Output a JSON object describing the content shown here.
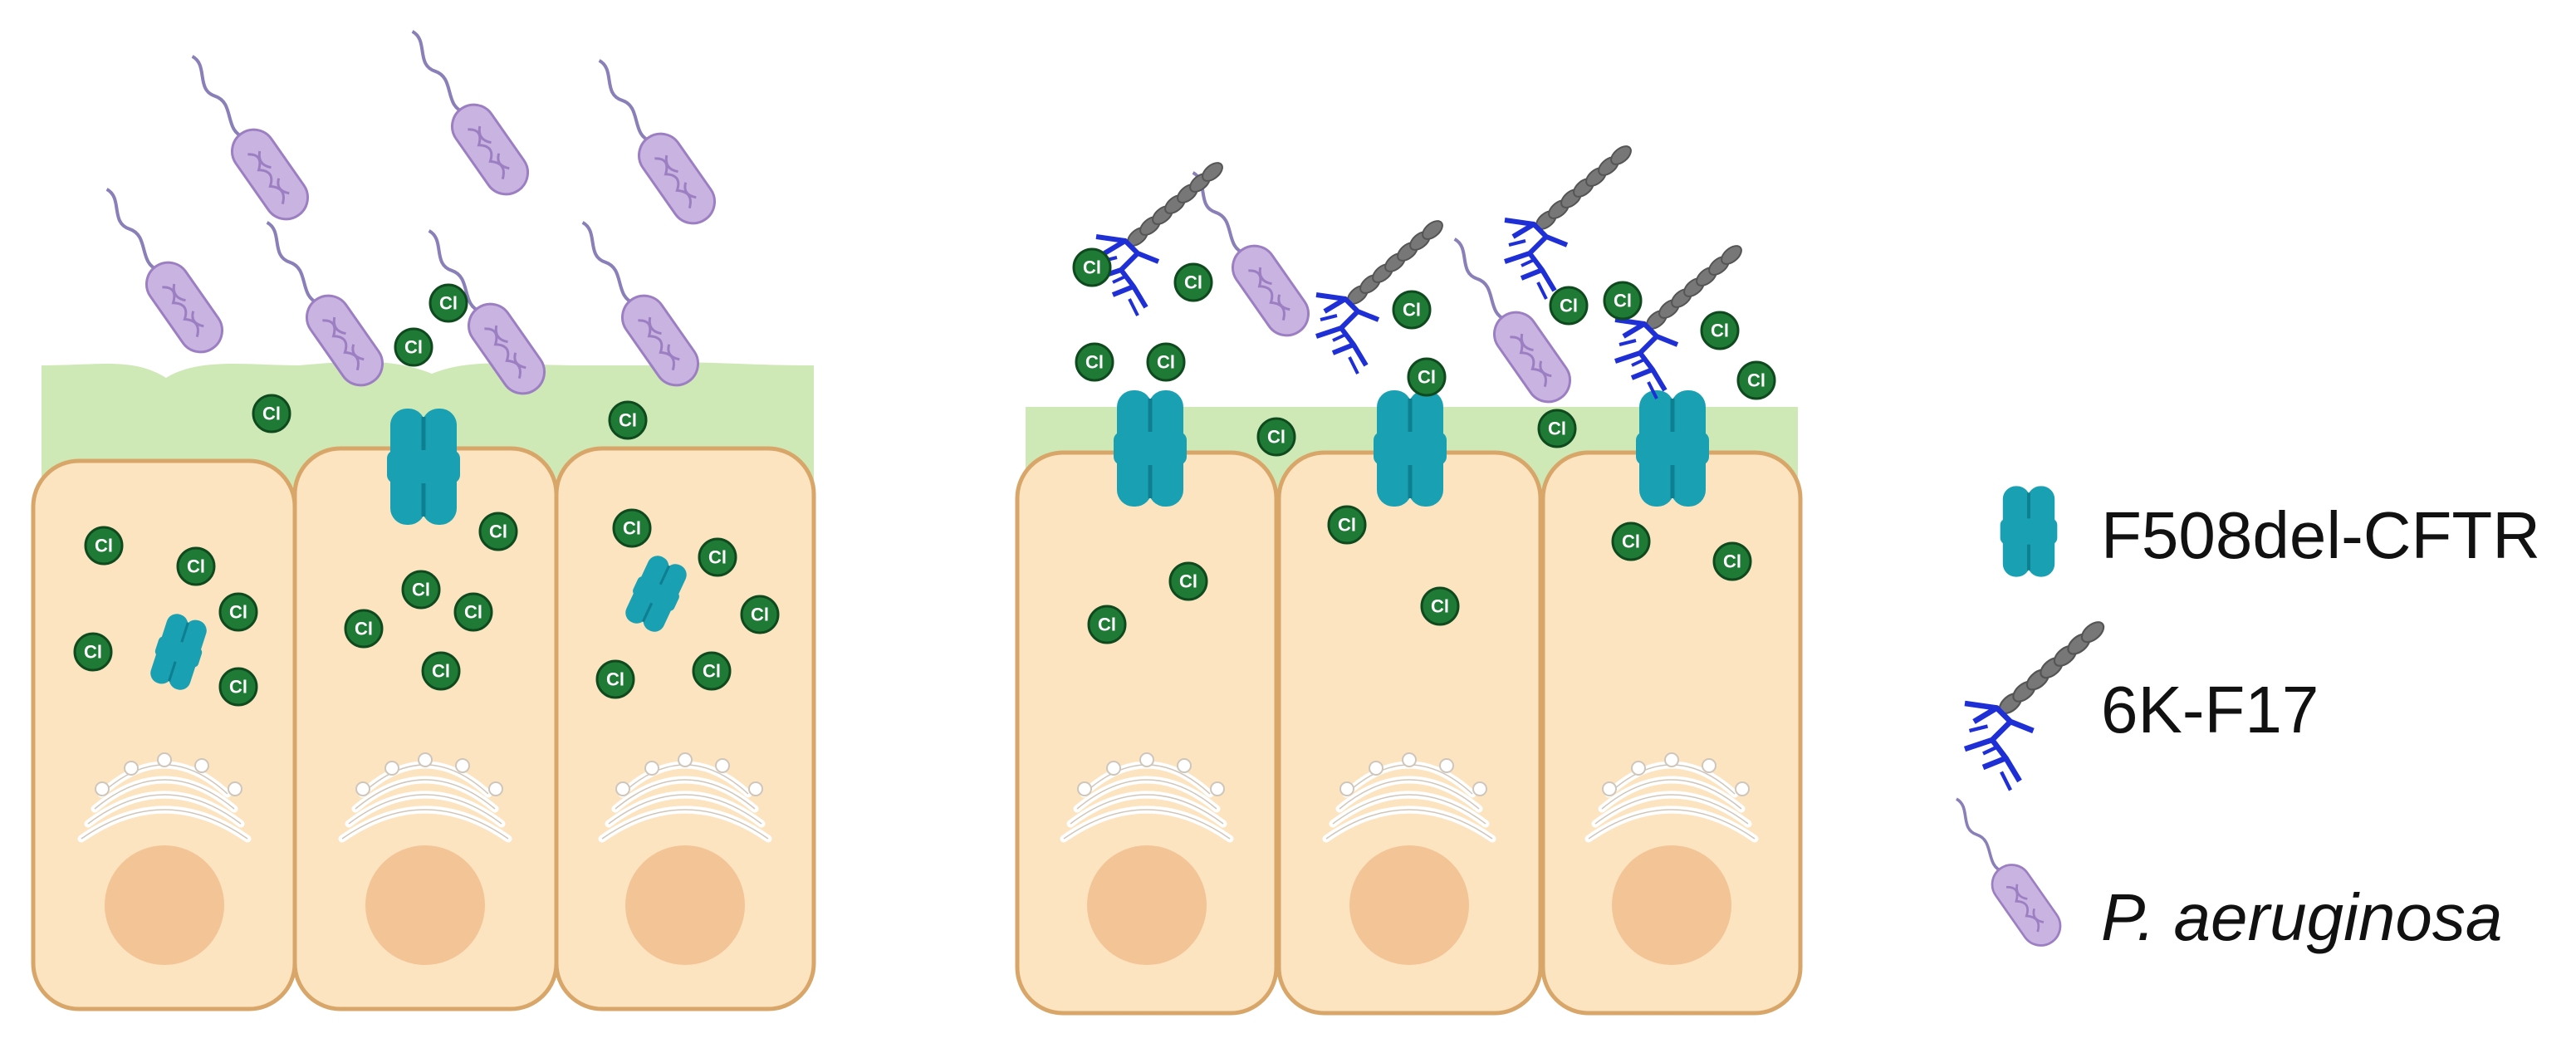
{
  "ion": {
    "symbol": "Cl",
    "fill": "#1f7a35",
    "stroke": "#0f4a1f",
    "text_color": "#ffffff"
  },
  "colors": {
    "mucus": "#cfe9b6",
    "cell_fill": "#fde4c0",
    "cell_stroke": "#d9a66a",
    "nucleus": "#f2c496",
    "golgi": "#ffffff",
    "cftr": "#1aa0b3",
    "cftr_dark": "#0e7f91",
    "bacterium_body": "#c9b3e0",
    "bacterium_stroke": "#9c7fc2",
    "flagellum": "#8a7fb8",
    "peptide_helix": "#777777",
    "peptide_residues": "#1f2fd6"
  },
  "legend": {
    "items": [
      {
        "icon": "cftr-channel-icon",
        "label": "F508del-CFTR",
        "italic": false
      },
      {
        "icon": "peptide-icon",
        "label": "6K-F17",
        "italic": false
      },
      {
        "icon": "bacterium-icon",
        "label": "P. aeruginosa",
        "italic": true
      }
    ]
  }
}
